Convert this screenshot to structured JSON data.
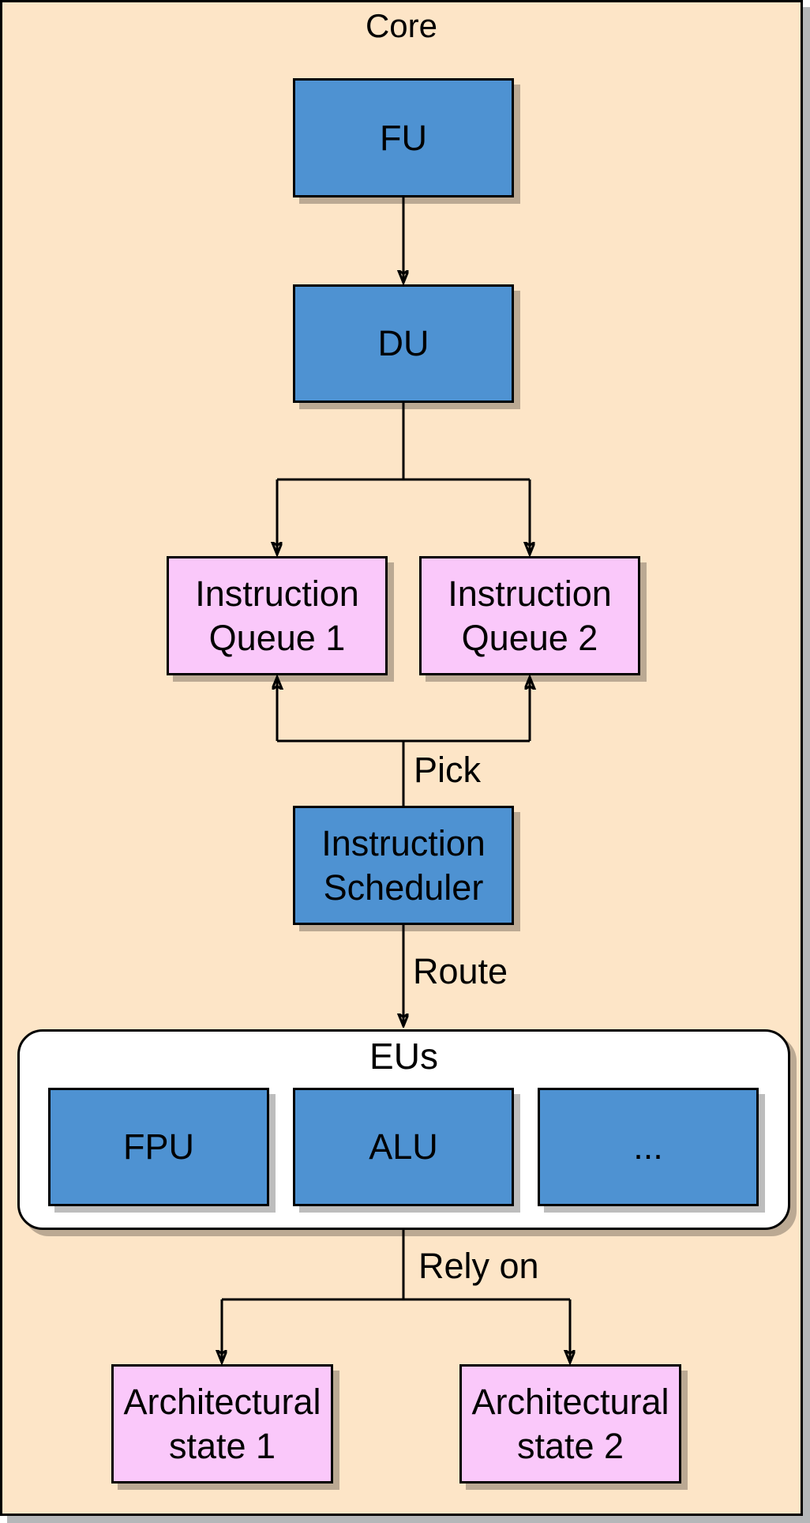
{
  "diagram": {
    "title": "Core",
    "nodes": {
      "fu": {
        "label": "FU"
      },
      "du": {
        "label": "DU"
      },
      "iq1": {
        "label": "Instruction\nQueue 1"
      },
      "iq2": {
        "label": "Instruction\nQueue 2"
      },
      "scheduler": {
        "label": "Instruction\nScheduler"
      },
      "eus_group": {
        "label": "EUs"
      },
      "fpu": {
        "label": "FPU"
      },
      "alu": {
        "label": "ALU"
      },
      "more": {
        "label": "..."
      },
      "arch_state_1": {
        "label": "Architectural\nstate 1"
      },
      "arch_state_2": {
        "label": "Architectural\nstate 2"
      }
    },
    "edge_labels": {
      "pick": "Pick",
      "route": "Route",
      "rely_on": "Rely on"
    },
    "colors": {
      "background": "#FDE5C7",
      "unit_fill": "#4E92D2",
      "state_fill": "#FAC8FA",
      "group_fill": "#FFFFFF",
      "outline": "#000000",
      "page_shadow": "#B5B7B9"
    }
  }
}
